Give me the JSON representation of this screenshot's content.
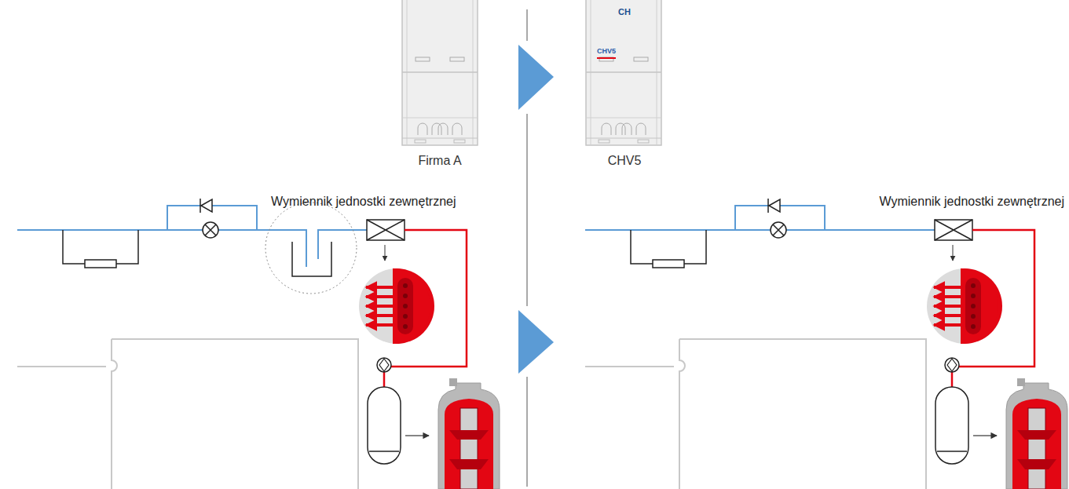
{
  "diagram": {
    "labels": [
      "CH",
      "CHV5",
      "Firma A",
      "CHV5",
      "Wymiennik jednostki zewnętrznej",
      "Wymiennik jednostki zewnętrznej"
    ]
  }
}
